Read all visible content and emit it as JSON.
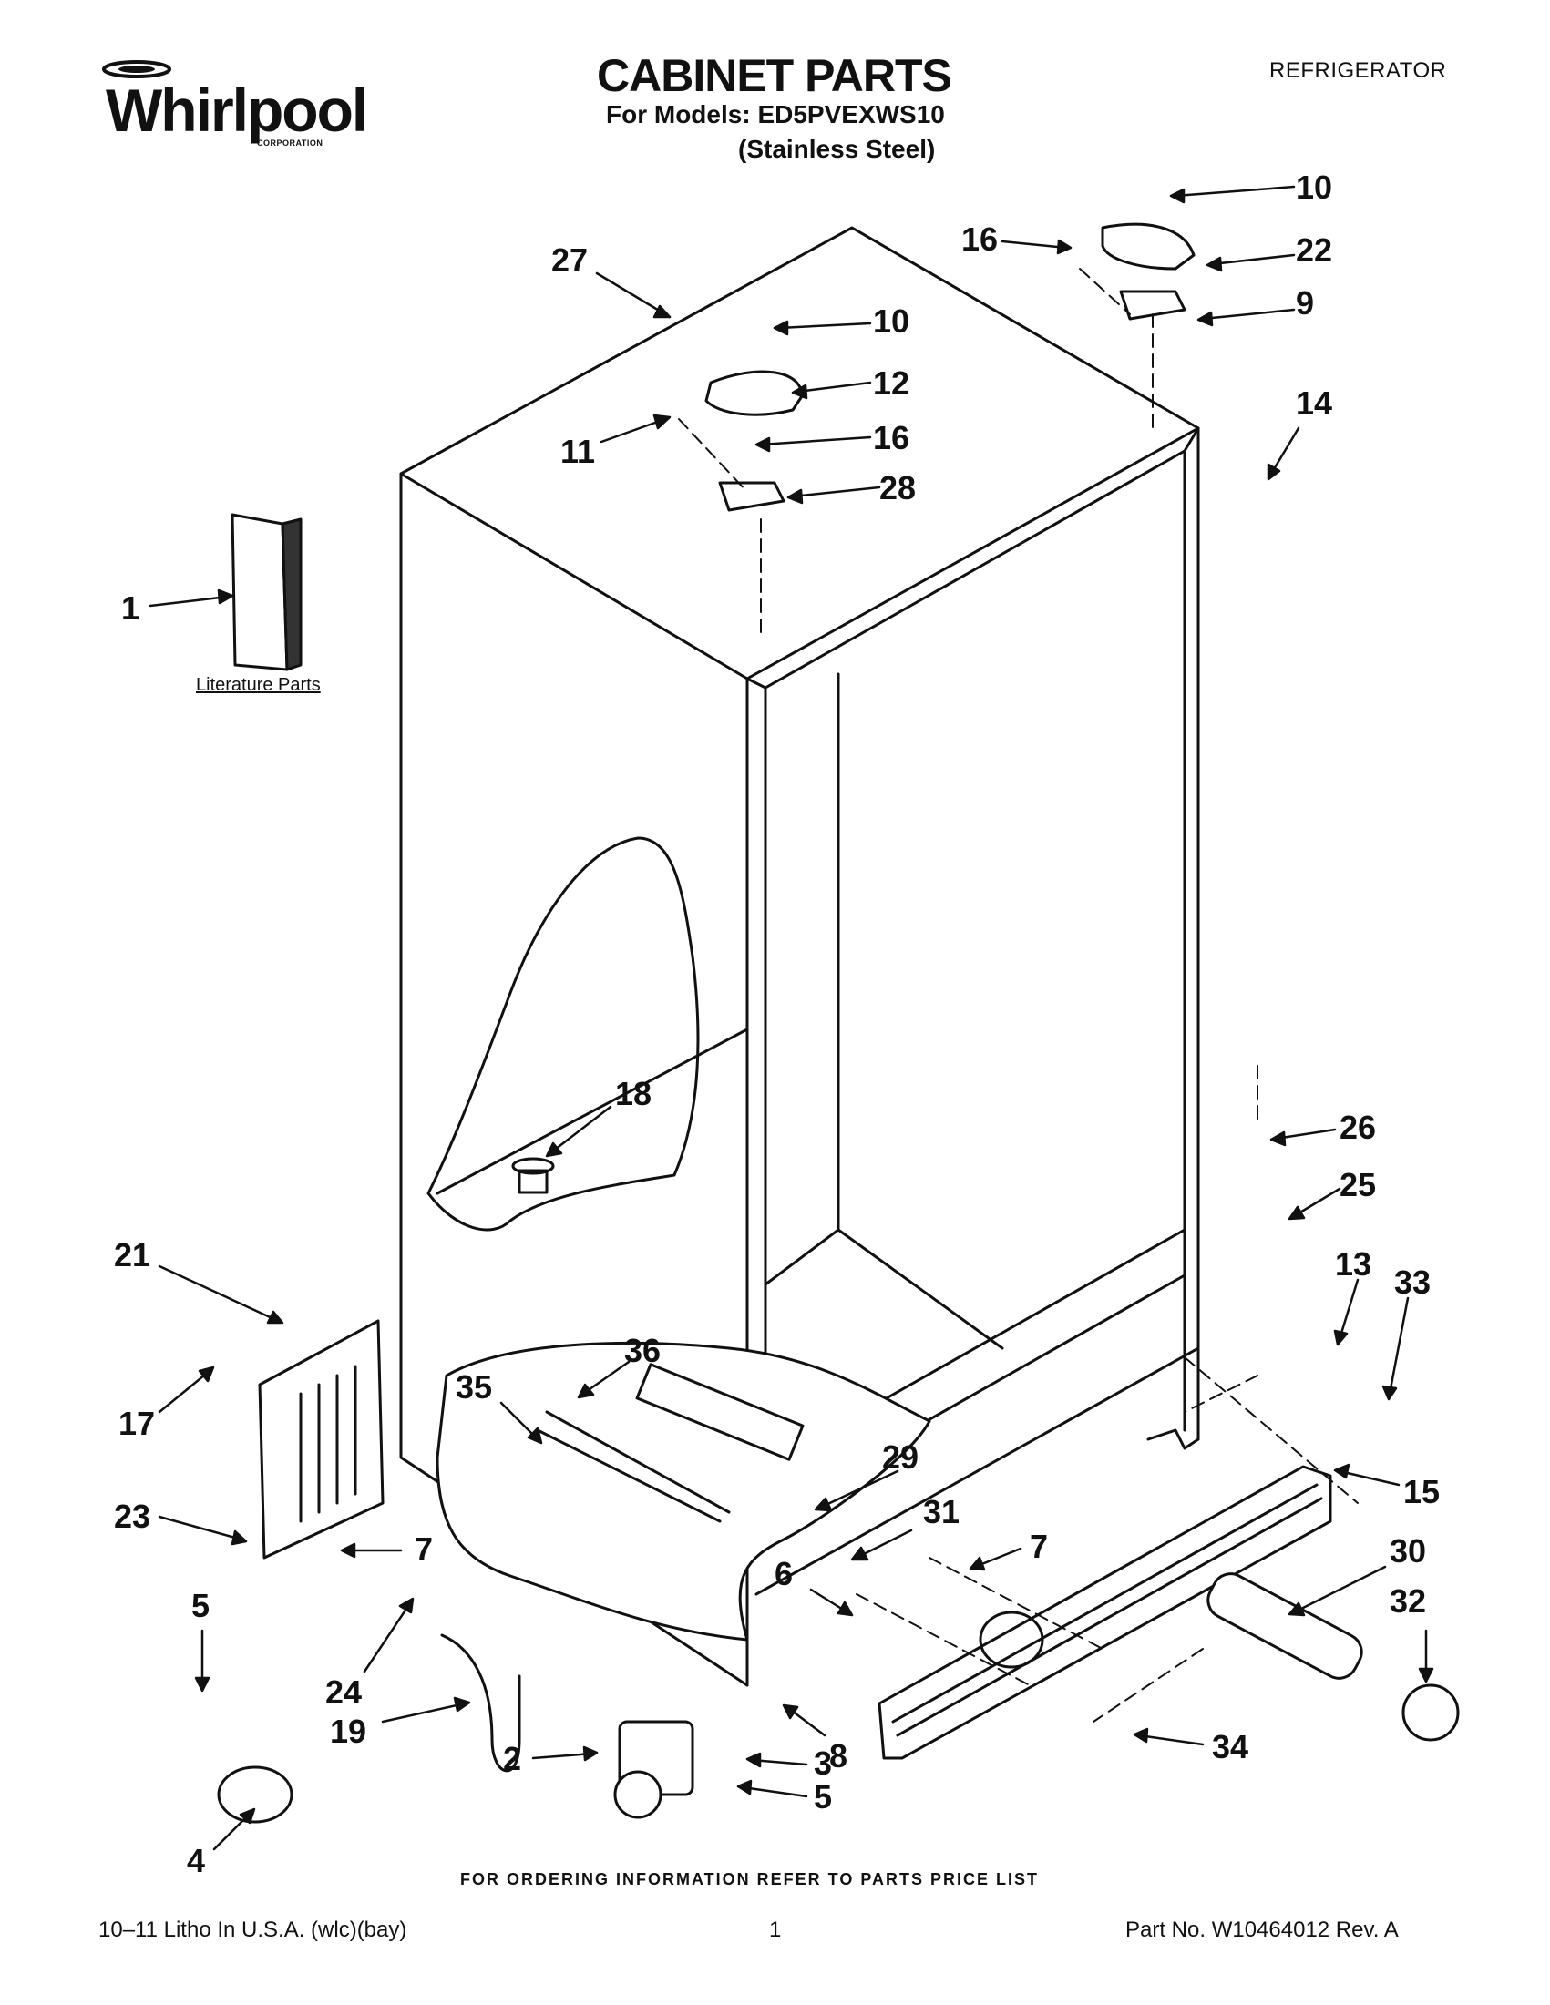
{
  "header": {
    "brand": "Whirlpool",
    "brand_sub": "CORPORATION",
    "title": "CABINET PARTS",
    "models_line": "For Models: ED5PVEXWS10",
    "finish_line": "(Stainless Steel)",
    "category": "REFRIGERATOR"
  },
  "diagram": {
    "literature_label": "Literature Parts",
    "callouts": [
      {
        "id": "c27",
        "label": "27"
      },
      {
        "id": "c10a",
        "label": "10"
      },
      {
        "id": "c12",
        "label": "12"
      },
      {
        "id": "c11",
        "label": "11"
      },
      {
        "id": "c16a",
        "label": "16"
      },
      {
        "id": "c28",
        "label": "28"
      },
      {
        "id": "c10b",
        "label": "10"
      },
      {
        "id": "c16b",
        "label": "16"
      },
      {
        "id": "c22",
        "label": "22"
      },
      {
        "id": "c9",
        "label": "9"
      },
      {
        "id": "c14",
        "label": "14"
      },
      {
        "id": "c1",
        "label": "1"
      },
      {
        "id": "c18",
        "label": "18"
      },
      {
        "id": "c26",
        "label": "26"
      },
      {
        "id": "c25",
        "label": "25"
      },
      {
        "id": "c21",
        "label": "21"
      },
      {
        "id": "c13",
        "label": "13"
      },
      {
        "id": "c33",
        "label": "33"
      },
      {
        "id": "c36",
        "label": "36"
      },
      {
        "id": "c35",
        "label": "35"
      },
      {
        "id": "c17",
        "label": "17"
      },
      {
        "id": "c29",
        "label": "29"
      },
      {
        "id": "c15",
        "label": "15"
      },
      {
        "id": "c31",
        "label": "31"
      },
      {
        "id": "c23",
        "label": "23"
      },
      {
        "id": "c7a",
        "label": "7"
      },
      {
        "id": "c7b",
        "label": "7"
      },
      {
        "id": "c30",
        "label": "30"
      },
      {
        "id": "c6",
        "label": "6"
      },
      {
        "id": "c32",
        "label": "32"
      },
      {
        "id": "c5a",
        "label": "5"
      },
      {
        "id": "c24",
        "label": "24"
      },
      {
        "id": "c19",
        "label": "19"
      },
      {
        "id": "c8",
        "label": "8"
      },
      {
        "id": "c34",
        "label": "34"
      },
      {
        "id": "c2",
        "label": "2"
      },
      {
        "id": "c3",
        "label": "3"
      },
      {
        "id": "c5b",
        "label": "5"
      },
      {
        "id": "c4",
        "label": "4"
      }
    ]
  },
  "footer": {
    "ordering_note": "FOR ORDERING INFORMATION REFER TO PARTS PRICE LIST",
    "litho": "10–11 Litho In U.S.A. (wlc)(bay)",
    "page_number": "1",
    "part_number": "Part No. W10464012 Rev. A"
  }
}
